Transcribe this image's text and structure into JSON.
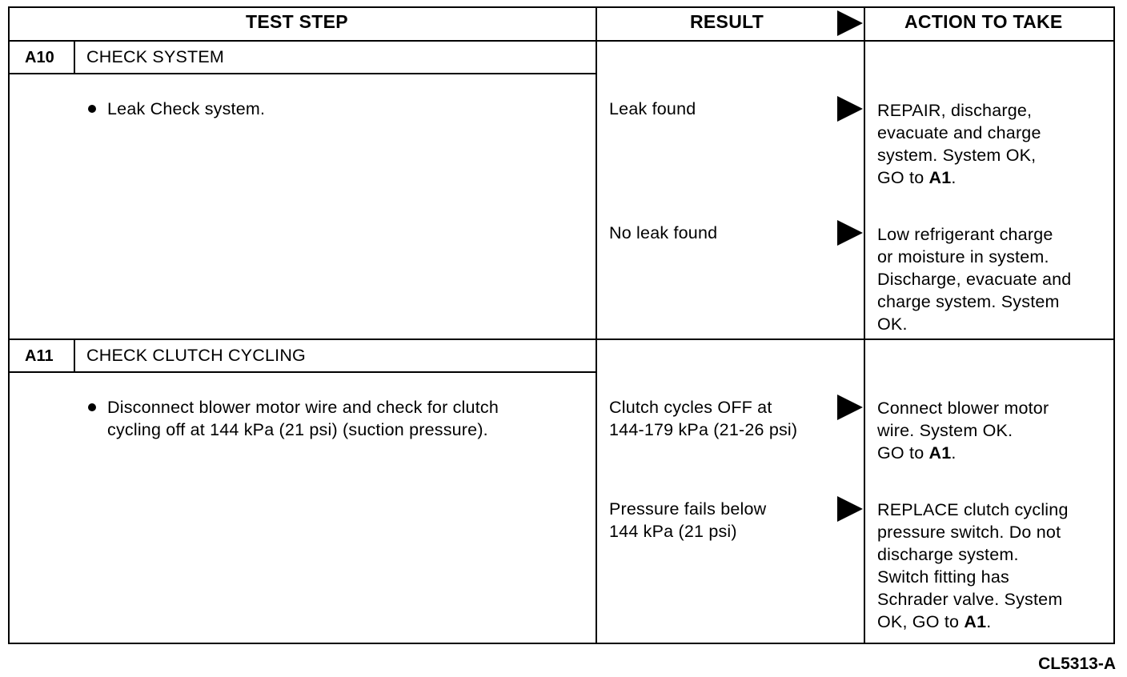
{
  "headers": {
    "test_step": "TEST STEP",
    "result": "RESULT",
    "action": "ACTION TO TAKE"
  },
  "steps": [
    {
      "code": "A10",
      "title": "CHECK SYSTEM",
      "instruction": [
        "Leak Check system."
      ],
      "results": [
        {
          "result": [
            "Leak found"
          ],
          "action": [
            "REPAIR, discharge,",
            "evacuate and charge",
            "system. System OK,",
            "GO to "
          ],
          "goto": "A1"
        },
        {
          "result": [
            "No leak found"
          ],
          "action": [
            "Low refrigerant charge",
            "or moisture in system.",
            "Discharge, evacuate and",
            "charge system. System",
            "OK."
          ],
          "goto": ""
        }
      ]
    },
    {
      "code": "A11",
      "title": "CHECK CLUTCH CYCLING",
      "instruction": [
        "Disconnect blower motor wire and check for clutch",
        "cycling off at 144 kPa (21 psi) (suction pressure)."
      ],
      "results": [
        {
          "result": [
            "Clutch cycles OFF at",
            "144-179 kPa (21-26 psi)"
          ],
          "action": [
            "Connect blower motor",
            "wire. System OK.",
            "GO to "
          ],
          "goto": "A1"
        },
        {
          "result": [
            "Pressure fails below",
            "144 kPa (21 psi)"
          ],
          "action": [
            "REPLACE clutch cycling",
            "pressure switch. Do not",
            "discharge system.",
            "Switch fitting has",
            "Schrader valve. System",
            "OK, GO to "
          ],
          "goto": "A1"
        }
      ]
    }
  ],
  "figure_id": "CL5313-A"
}
